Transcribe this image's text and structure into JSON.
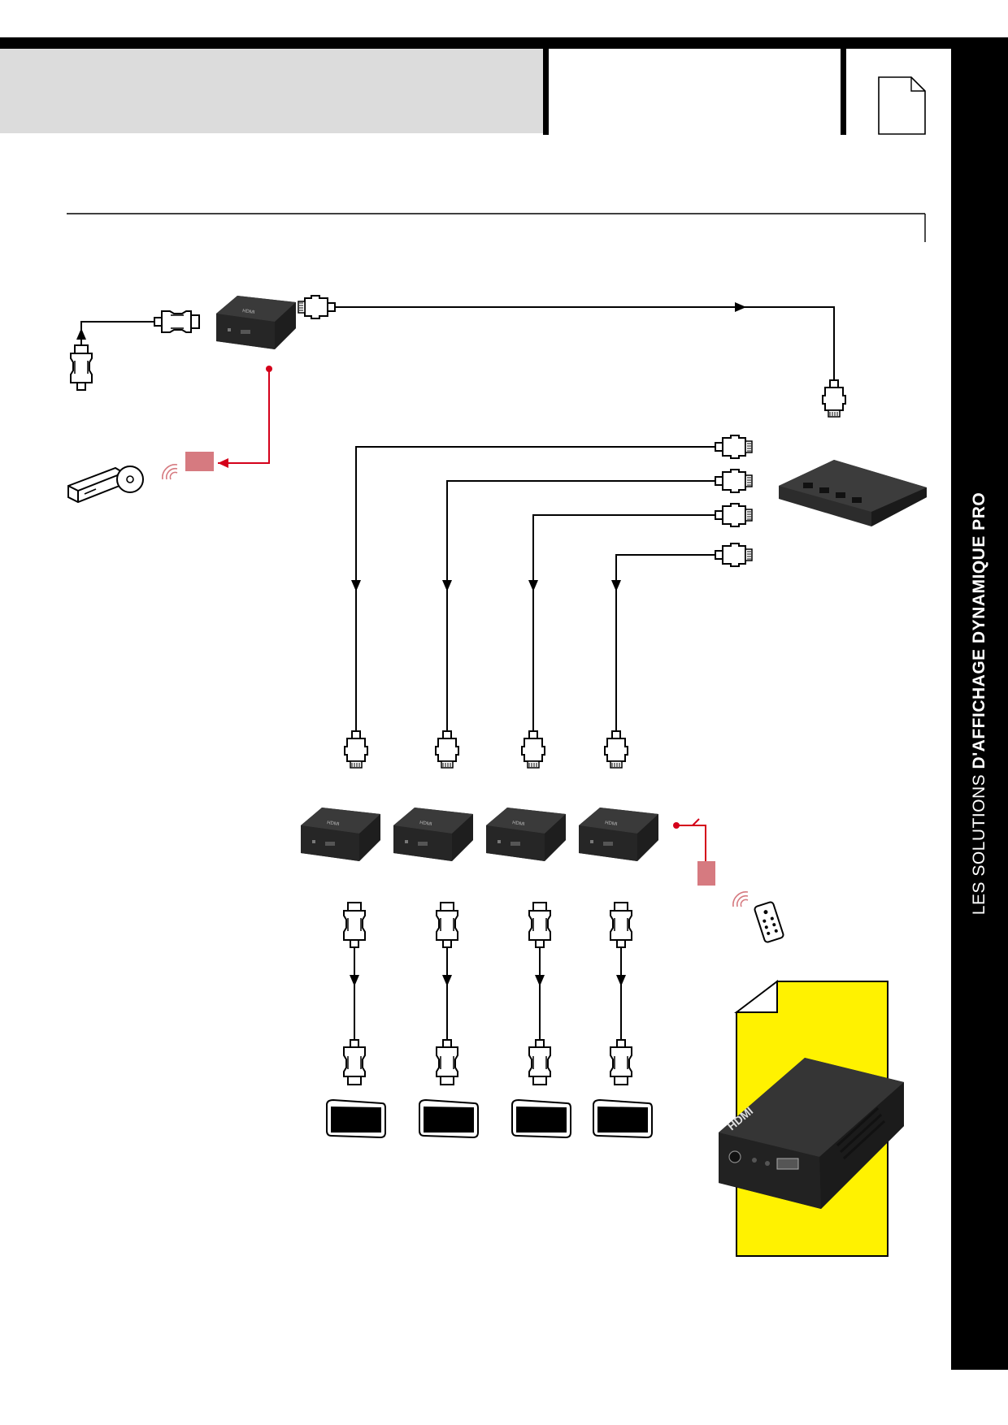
{
  "page": {
    "sidebar_title_light": "LES SOLUTIONS ",
    "sidebar_title_bold": "D'AFFICHAGE DYNAMIQUE PRO"
  },
  "colors": {
    "accent_red": "#d4001a",
    "ir_box": "#d67a80",
    "highlight_yellow": "#fff200",
    "header_grey": "#dcdcdc",
    "ink": "#000000"
  },
  "diagram": {
    "source_device": "dvd-player-icon",
    "transmitter": "hdmi-extender-transmitter",
    "switch": "network-switch",
    "receivers": [
      "hdmi-extender-receiver",
      "hdmi-extender-receiver",
      "hdmi-extender-receiver",
      "hdmi-extender-receiver"
    ],
    "displays": [
      "display-screen",
      "display-screen",
      "display-screen",
      "display-screen"
    ],
    "remote": "remote-control-icon",
    "product_photo": "hdmi-extender-product-photo"
  }
}
